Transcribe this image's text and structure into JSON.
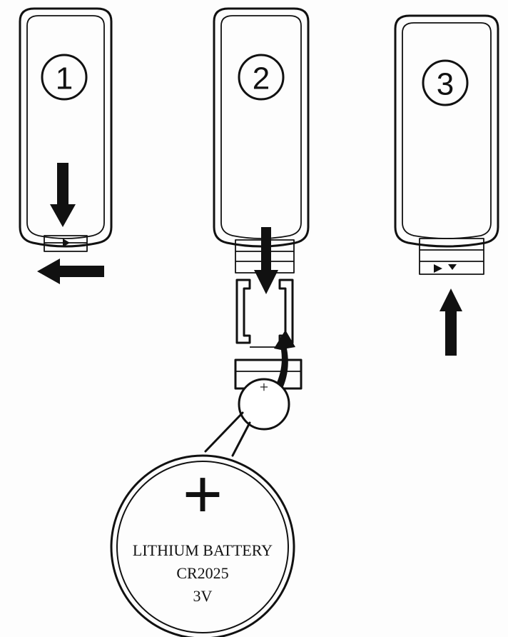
{
  "steps": [
    {
      "number": "1"
    },
    {
      "number": "2"
    },
    {
      "number": "3"
    }
  ],
  "battery": {
    "polarity_mark": "+",
    "line1": "LITHIUM BATTERY",
    "line2": "CR2025",
    "line3": "3V",
    "zoom_plus": "+"
  }
}
